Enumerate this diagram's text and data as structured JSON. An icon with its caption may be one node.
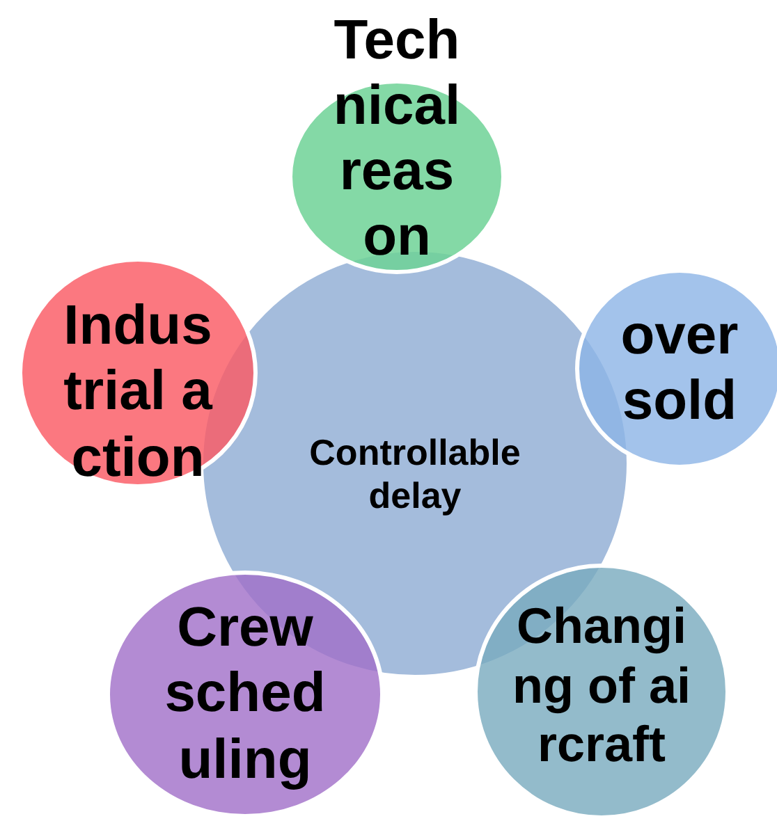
{
  "diagram": {
    "nodes": [
      {
        "text": [
          "Controllable delay"
        ]
      },
      {
        "text": [
          "Technical reason"
        ]
      },
      {
        "text": [
          "oversold"
        ]
      },
      {
        "text": [
          "Changing of aircraft"
        ]
      },
      {
        "text": [
          "Crew scheduling"
        ]
      },
      {
        "text": [
          "Industrial action"
        ]
      }
    ]
  }
}
